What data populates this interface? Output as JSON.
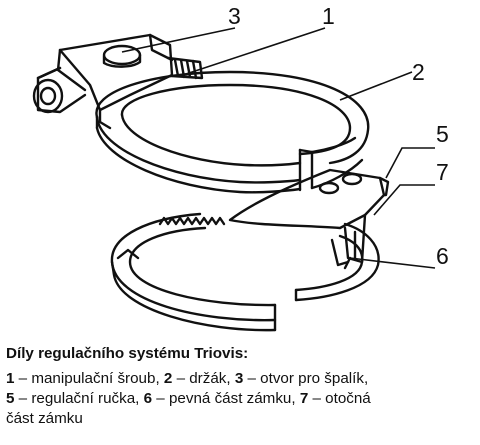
{
  "callouts": {
    "c1": "1",
    "c2": "2",
    "c3": "3",
    "c5": "5",
    "c6": "6",
    "c7": "7"
  },
  "caption": {
    "title": "Díly regulačního systému Triovis:",
    "items": [
      {
        "num": "1",
        "text": " – manipulační šroub, "
      },
      {
        "num": "2",
        "text": " – držák, "
      },
      {
        "num": "3",
        "text": " – otvor pro špalík,"
      },
      {
        "num": "5",
        "text": " – regulační ručka, "
      },
      {
        "num": "6",
        "text": " – pevná část zámku, "
      },
      {
        "num": "7",
        "text": " – otočná"
      }
    ],
    "continuation": "část zámku"
  }
}
